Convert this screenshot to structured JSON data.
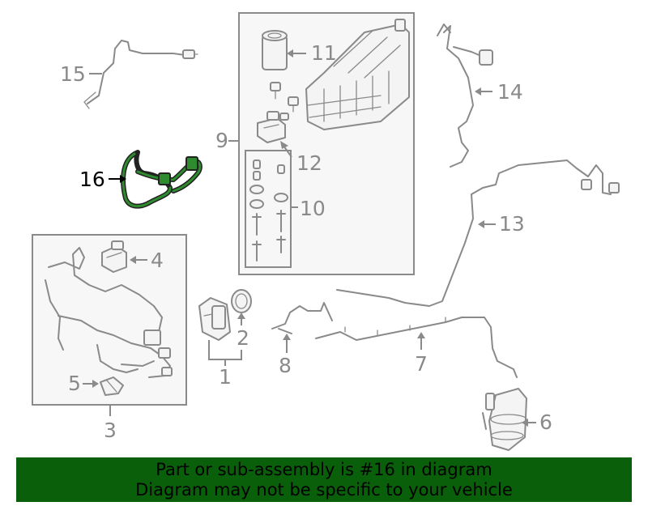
{
  "callouts": {
    "c1": "1",
    "c2": "2",
    "c3": "3",
    "c4": "4",
    "c5": "5",
    "c6": "6",
    "c7": "7",
    "c8": "8",
    "c9": "9",
    "c10": "10",
    "c11": "11",
    "c12": "12",
    "c13": "13",
    "c14": "14",
    "c15": "15",
    "c16": "16"
  },
  "highlight": {
    "part_number": "16",
    "color": "#2e8b2e"
  },
  "banner": {
    "line1": "Part or sub-assembly is #16 in diagram",
    "line2": "Diagram may not be specific to your vehicle",
    "background": "#0a5f0a"
  }
}
